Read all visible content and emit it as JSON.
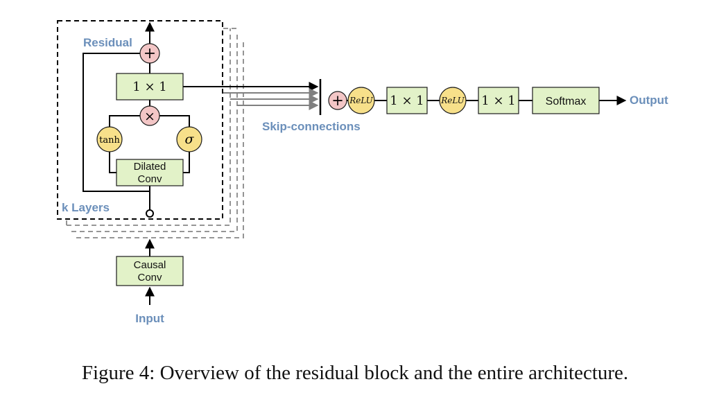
{
  "labels": {
    "residual": "Residual",
    "k_layers": "k Layers",
    "skip_connections": "Skip-connections",
    "output": "Output",
    "input": "Input"
  },
  "blocks": {
    "conv1x1": "1 × 1",
    "dilated_conv_line1": "Dilated",
    "dilated_conv_line2": "Conv",
    "causal_conv_line1": "Causal",
    "causal_conv_line2": "Conv",
    "softmax": "Softmax",
    "tanh": "tanh",
    "sigma": "σ",
    "relu1": "ReLU",
    "relu2": "ReLU",
    "conv1x1_a": "1 × 1",
    "conv1x1_b": "1 × 1",
    "plus_residual": "+",
    "times": "×",
    "plus_skip": "+"
  },
  "caption": "Figure 4: Overview of the residual block and the entire architecture.",
  "colors": {
    "block_fill": "#e2f2c8",
    "op_fill": "#f3c6c6",
    "activation_fill": "#f7e08a",
    "label_blue": "#6b8fba"
  }
}
